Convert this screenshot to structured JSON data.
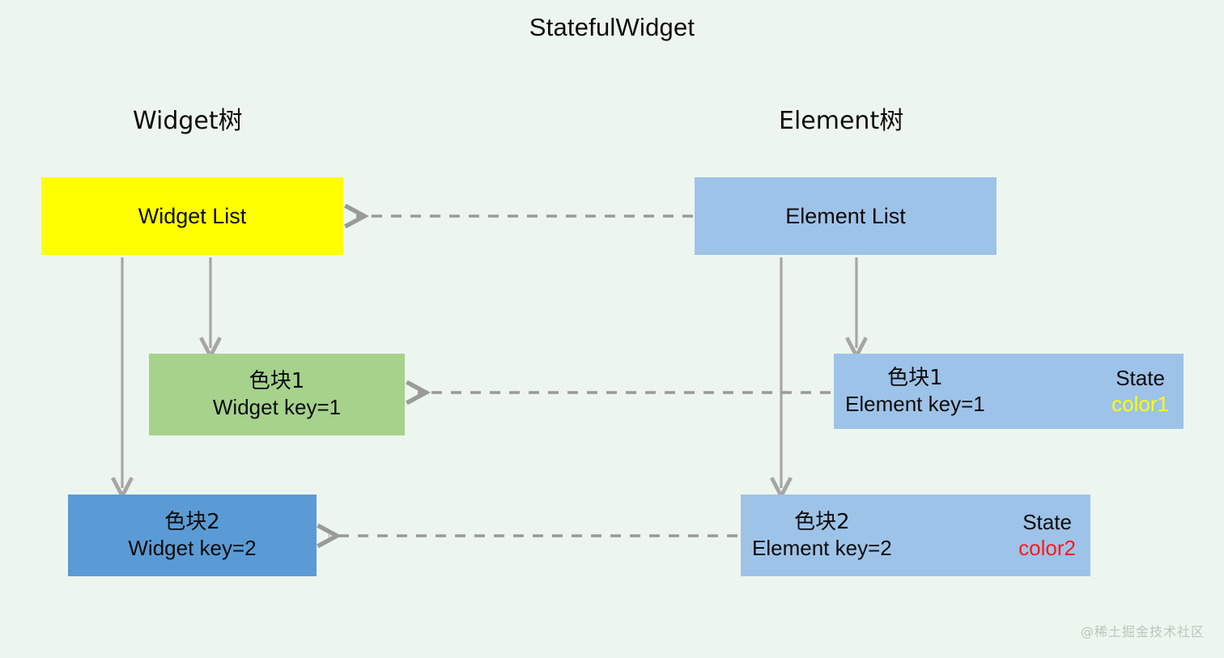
{
  "title": "StatefulWidget",
  "columns": {
    "widget_tree": "Widget树",
    "element_tree": "Element树"
  },
  "widget_tree": {
    "root": {
      "label": "Widget List",
      "color": "#ffff00"
    },
    "children": [
      {
        "name": "色块1",
        "detail": "Widget key=1",
        "color": "#a6d28c"
      },
      {
        "name": "色块2",
        "detail": "Widget key=2",
        "color": "#5b9bd5"
      }
    ]
  },
  "element_tree": {
    "root": {
      "label": "Element List",
      "color": "#9ec3e8"
    },
    "children": [
      {
        "name": "色块1",
        "detail": "Element key=1",
        "state_label": "State",
        "state_value": "color1",
        "state_value_color": "#ffff00",
        "color": "#9ec3e8"
      },
      {
        "name": "色块2",
        "detail": "Element key=2",
        "state_label": "State",
        "state_value": "color2",
        "state_value_color": "#ff1a1a",
        "color": "#9ec3e8"
      }
    ]
  },
  "connectors": {
    "solid_color": "#a6a6a6",
    "dashed_color": "#9a9a9a",
    "style_solid": "solid",
    "style_dashed": "dashed"
  },
  "background_color": "#edf6ee",
  "watermark": "@稀土掘金技术社区"
}
